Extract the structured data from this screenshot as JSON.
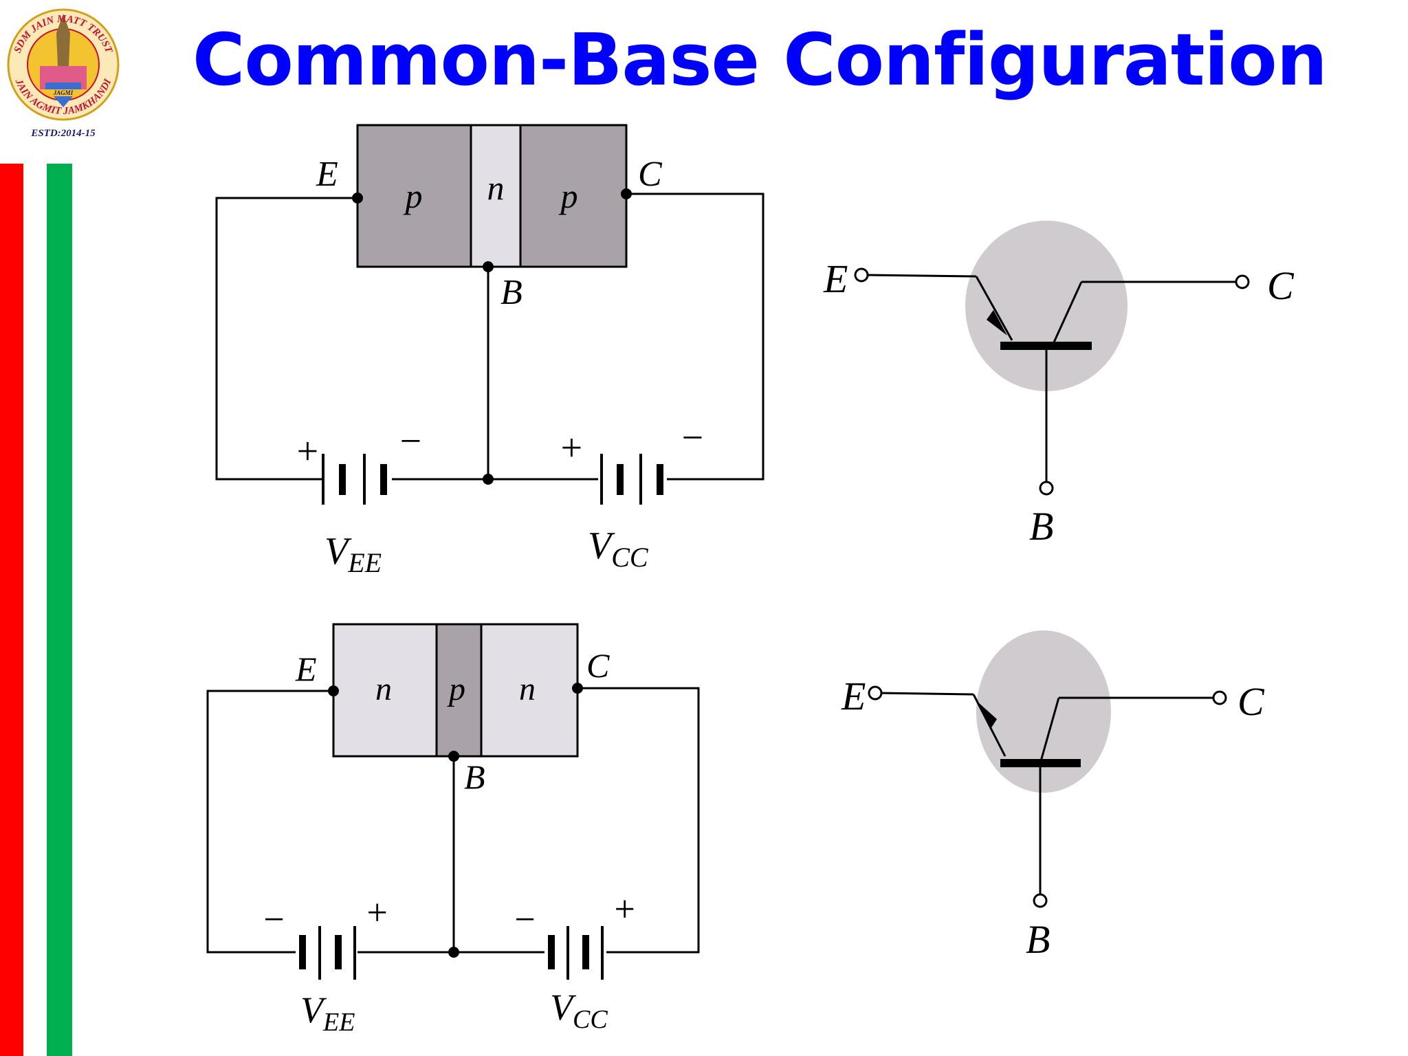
{
  "slide": {
    "title": "Common-Base Configuration"
  },
  "logo": {
    "arc_top": "SDM JAIN MATT TRUST",
    "arc_bottom": "JAIN AGMIT JAMKHANDI",
    "center_label": "JAGMI",
    "established": "ESTD:2014-15"
  },
  "colors": {
    "title": "#0000ff",
    "stripe_red": "#ff0000",
    "stripe_green": "#00b050",
    "p_region": "#a9a3a9",
    "n_region": "#e3dfe6",
    "transistor_body": "#cfcbcf"
  },
  "pnp_circuit": {
    "emitter_label": "E",
    "collector_label": "C",
    "base_label": "B",
    "regions": [
      "p",
      "n",
      "p"
    ],
    "vee_label": "V",
    "vee_sub": "EE",
    "vcc_label": "V",
    "vcc_sub": "CC",
    "vee_left_sign": "+",
    "vee_right_sign": "−",
    "vcc_left_sign": "+",
    "vcc_right_sign": "−"
  },
  "npn_circuit": {
    "emitter_label": "E",
    "collector_label": "C",
    "base_label": "B",
    "regions": [
      "n",
      "p",
      "n"
    ],
    "vee_label": "V",
    "vee_sub": "EE",
    "vcc_label": "V",
    "vcc_sub": "CC",
    "vee_left_sign": "−",
    "vee_right_sign": "+",
    "vcc_left_sign": "−",
    "vcc_right_sign": "+"
  },
  "pnp_symbol": {
    "emitter_label": "E",
    "collector_label": "C",
    "base_label": "B",
    "arrow_direction": "into-base"
  },
  "npn_symbol": {
    "emitter_label": "E",
    "collector_label": "C",
    "base_label": "B",
    "arrow_direction": "out-of-base"
  }
}
